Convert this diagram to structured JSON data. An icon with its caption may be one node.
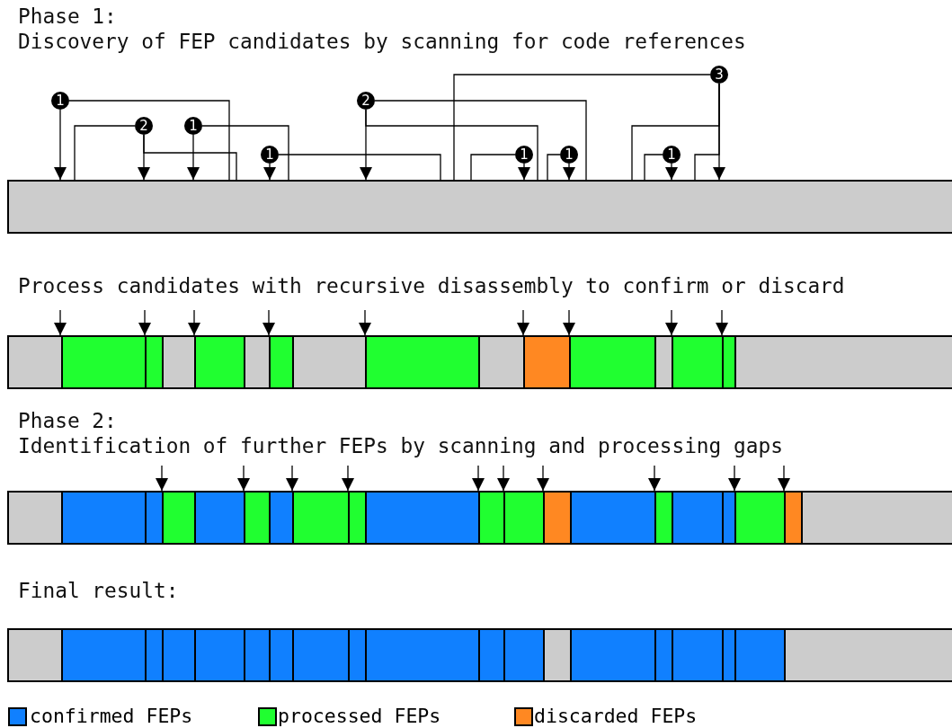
{
  "diagram": {
    "nodes": [
      {
        "text": [],
        "shape": "bar"
      },
      {
        "text": [
          "1"
        ]
      },
      {
        "text": [
          "2"
        ]
      },
      {
        "text": [
          "1"
        ]
      },
      {
        "text": [
          "1"
        ]
      },
      {
        "text": [
          "2"
        ]
      },
      {
        "text": [
          "1"
        ]
      },
      {
        "text": [
          "1"
        ]
      },
      {
        "text": [
          "1"
        ]
      },
      {
        "text": [
          "3"
        ]
      },
      {
        "text": [],
        "shape": "bar"
      },
      {
        "text": [],
        "shape": "bar"
      },
      {
        "text": [],
        "shape": "bar"
      }
    ],
    "edges": [
      {
        "from": 0,
        "to": 1,
        "arrow": "none"
      },
      {
        "from": 1,
        "to": 0,
        "arrow": "to"
      },
      {
        "from": 0,
        "to": 2,
        "arrow": "none"
      },
      {
        "from": 0,
        "to": 2,
        "arrow": "none"
      },
      {
        "from": 2,
        "to": 0,
        "arrow": "to"
      },
      {
        "from": 0,
        "to": 3,
        "arrow": "none"
      },
      {
        "from": 3,
        "to": 0,
        "arrow": "to"
      },
      {
        "from": 0,
        "to": 4,
        "arrow": "none"
      },
      {
        "from": 4,
        "to": 0,
        "arrow": "to"
      },
      {
        "from": 0,
        "to": 5,
        "arrow": "none"
      },
      {
        "from": 0,
        "to": 5,
        "arrow": "none"
      },
      {
        "from": 5,
        "to": 0,
        "arrow": "to"
      },
      {
        "from": 0,
        "to": 6,
        "arrow": "none"
      },
      {
        "from": 6,
        "to": 0,
        "arrow": "to"
      },
      {
        "from": 0,
        "to": 7,
        "arrow": "none"
      },
      {
        "from": 7,
        "to": 0,
        "arrow": "to"
      },
      {
        "from": 0,
        "to": 8,
        "arrow": "none"
      },
      {
        "from": 8,
        "to": 0,
        "arrow": "to"
      },
      {
        "from": 0,
        "to": 9,
        "arrow": "none"
      },
      {
        "from": 0,
        "to": 9,
        "arrow": "none"
      },
      {
        "from": 0,
        "to": 9,
        "arrow": "none"
      },
      {
        "from": 9,
        "to": 0,
        "arrow": "to"
      },
      {
        "from": null,
        "to": 10,
        "arrow": "to"
      },
      {
        "from": null,
        "to": 10,
        "arrow": "to"
      },
      {
        "from": null,
        "to": 10,
        "arrow": "to"
      },
      {
        "from": null,
        "to": 10,
        "arrow": "to"
      },
      {
        "from": null,
        "to": 10,
        "arrow": "to"
      },
      {
        "from": null,
        "to": 10,
        "arrow": "to"
      },
      {
        "from": null,
        "to": 10,
        "arrow": "to"
      },
      {
        "from": null,
        "to": 10,
        "arrow": "to"
      },
      {
        "from": null,
        "to": 10,
        "arrow": "to"
      },
      {
        "from": null,
        "to": 11,
        "arrow": "to"
      },
      {
        "from": null,
        "to": 11,
        "arrow": "to"
      },
      {
        "from": null,
        "to": 11,
        "arrow": "to"
      },
      {
        "from": null,
        "to": 11,
        "arrow": "to"
      },
      {
        "from": null,
        "to": 11,
        "arrow": "to"
      },
      {
        "from": null,
        "to": 11,
        "arrow": "to"
      },
      {
        "from": null,
        "to": 11,
        "arrow": "to"
      },
      {
        "from": null,
        "to": 11,
        "arrow": "to"
      },
      {
        "from": null,
        "to": 11,
        "arrow": "to"
      },
      {
        "from": null,
        "to": 11,
        "arrow": "to"
      }
    ],
    "labels": [
      "Phase 1:",
      "Discovery of FEP candidates by scanning for code references",
      "Process candidates with recursive disassembly to confirm or discard",
      "Phase 2:",
      "Identification of further FEPs by scanning and processing gaps",
      "Final result:"
    ],
    "legend": [
      {
        "text": "confirmed FEPs",
        "color": "#1080ff"
      },
      {
        "text": "processed FEPs",
        "color": "#20ff30"
      },
      {
        "text": "discarded FEPs",
        "color": "#ff8822"
      }
    ]
  }
}
